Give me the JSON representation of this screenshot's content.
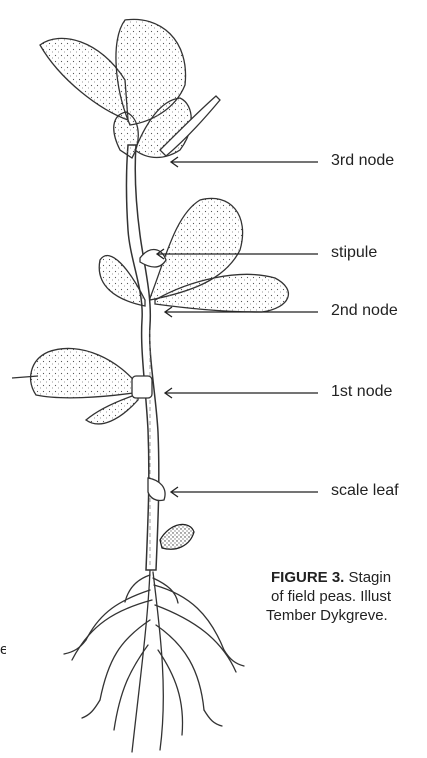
{
  "labels": {
    "third_node": "3rd node",
    "stipule": "stipule",
    "second_node": "2nd node",
    "first_node": "1st node",
    "scale_leaf": "scale leaf"
  },
  "caption": {
    "figure_label": "FIGURE 3.",
    "line1_rest": "Stagin",
    "line2": "of field peas. Illust",
    "line3": "Tember Dykgreve."
  },
  "stray_text": "e",
  "colors": {
    "ink": "#222222",
    "background": "#ffffff"
  }
}
